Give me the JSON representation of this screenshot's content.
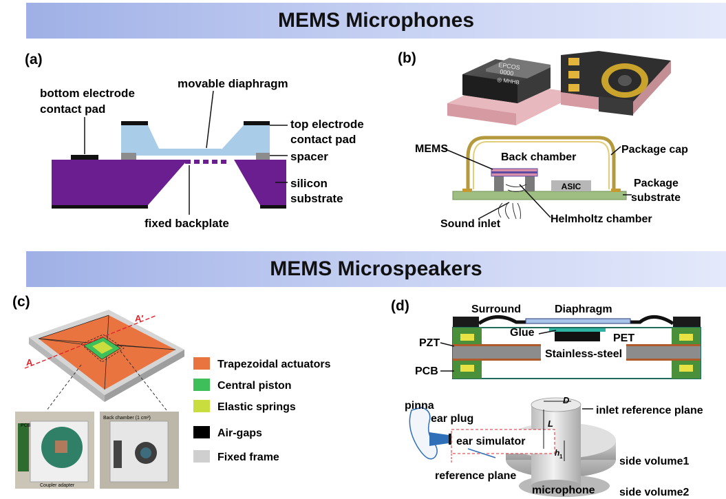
{
  "headers": {
    "microphones": "MEMS Microphones",
    "microspeakers": "MEMS Microspeakers"
  },
  "panels": {
    "a": {
      "label": "(a)",
      "bottom_electrode_1": "bottom electrode",
      "bottom_electrode_2": "contact pad",
      "movable_diaphragm": "movable diaphragm",
      "top_electrode_1": "top electrode",
      "top_electrode_2": "contact pad",
      "spacer": "spacer",
      "silicon_1": "silicon",
      "silicon_2": "substrate",
      "fixed_backplate": "fixed backplate"
    },
    "b": {
      "label": "(b)",
      "chip_marking_1": "EPCOS",
      "chip_marking_2": "0000",
      "chip_marking_3": "◎ MHHB",
      "mems": "MEMS",
      "back_chamber": "Back chamber",
      "package_cap": "Package cap",
      "asic": "ASIC",
      "package_substrate_1": "Package",
      "package_substrate_2": "substrate",
      "sound_inlet": "Sound inlet",
      "helmholtz": "Helmholtz chamber"
    },
    "c": {
      "label": "(c)",
      "a_prime": "A′",
      "a": "A",
      "pcb": "PCB",
      "coupler": "Coupler adapter",
      "back_chamber": "Back chamber (1 cm³)",
      "legend": [
        {
          "label": "Trapezoidal actuators",
          "color": "#e9743f"
        },
        {
          "label": "Central piston",
          "color": "#3fbf5a"
        },
        {
          "label": "Elastic springs",
          "color": "#c9de3e"
        },
        {
          "label": "Air-gaps",
          "color": "#000000"
        },
        {
          "label": "Fixed frame",
          "color": "#cfcfcf"
        }
      ]
    },
    "d": {
      "label": "(d)",
      "surround": "Surround",
      "diaphragm": "Diaphragm",
      "glue": "Glue",
      "pet": "PET",
      "pzt": "PZT",
      "stainless": "Stainless-steel",
      "pcb": "PCB",
      "pinna": "pinna",
      "ear_plug": "ear plug",
      "ear_simulator": "ear simulator",
      "reference_plane": "reference plane",
      "d_label": "D",
      "l_label": "L",
      "h_label": "h",
      "h_sub": "1",
      "inlet_reference": "inlet reference plane",
      "side_volume1": "side volume1",
      "side_volume2": "side volume2",
      "microphone": "microphone"
    }
  }
}
